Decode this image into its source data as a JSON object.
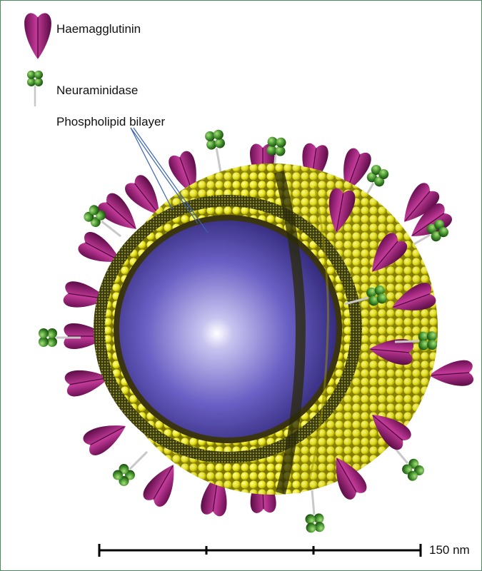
{
  "legend": [
    {
      "label": "Haemagglutinin",
      "icon": "haemagglutinin-spike-icon",
      "color": "#a0227a"
    },
    {
      "label": "Neuraminidase",
      "icon": "neuraminidase-spike-icon",
      "color": "#3e8c2a"
    }
  ],
  "annotation": {
    "label": "Phospholipid bilayer",
    "line_color": "#3a64b4"
  },
  "scale_bar": {
    "label": "150 nm"
  },
  "colors": {
    "membrane": "#e8e41a",
    "core": "#6a5fc4",
    "frame": "#4a8a5c"
  }
}
